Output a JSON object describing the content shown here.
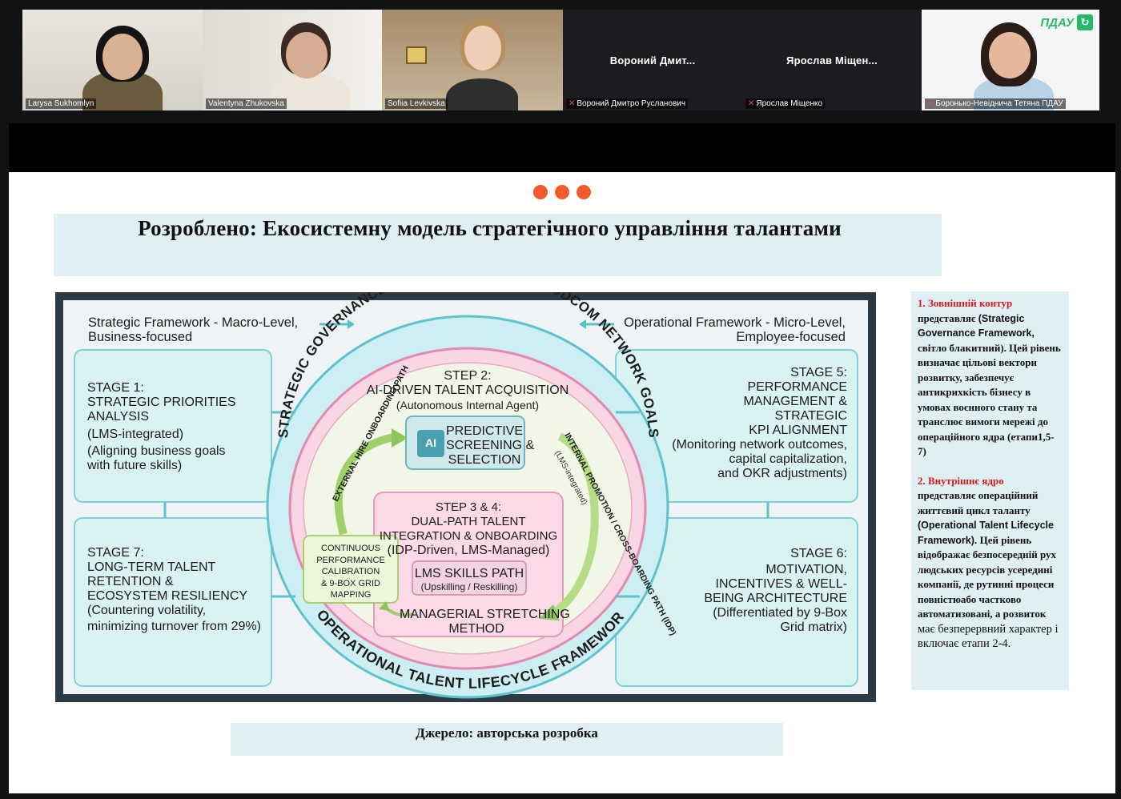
{
  "participants": [
    {
      "name": "Larysa Sukhomlyn",
      "has_video": true
    },
    {
      "name": "Valentyna Zhukovska",
      "has_video": true
    },
    {
      "name": "Sofiia Levkivska",
      "has_video": true,
      "active_speaker": true
    },
    {
      "name": "Вороний Дмитро Русланович",
      "display_short": "Вороний  Дмит...",
      "has_video": false,
      "muted": true
    },
    {
      "name": "Ярослав Міщенко",
      "display_short": "Ярослав  Міщен...",
      "has_video": false,
      "muted": true
    },
    {
      "name": "Боронько-Невідничa Тетяна  ПДАУ",
      "has_video": true,
      "muted": true
    }
  ],
  "logo_text": "ПДАУ",
  "slide": {
    "title": "Розроблено: Екосистемну модель стратегічного управління талантами",
    "source": "Джерело: авторська розробка",
    "side_note": {
      "p1_heading": "1. Зовнішній контур",
      "p1_a": "представляє",
      "p1_b": "(Strategic Governance Framework,",
      "p1_c": "світло блакитний). Цей рівень визначає цільові вектори розвитку, забезпечує антикрихкість бізнесу в умовах воєнного стану та транслює вимоги мережі до операційного ядра (етапи1,5-7)",
      "p2_heading": "2. Внутрішнє ядро",
      "p2_a": "представляє операційний життєвий цикл таланту",
      "p2_b": "(Operational Talent Lifecycle Framework).",
      "p2_c": "Цей рівень відображає безпосередній рух людських ресурсів усередині компанії, де рутинні процеси повністюабо частково автоматизовані, а",
      "p2_d": "розвиток",
      "p2_e": "має безперервний характер і включає етапи 2-4."
    },
    "diagram": {
      "left_header_1": "Strategic Framework - Macro-Level,",
      "left_header_2": "Business-focused",
      "right_header_1": "Operational Framework - Micro-Level,",
      "right_header_2": "Employee-focused",
      "outer_ring": "STRATEGIC GOVERNANCE FRAMEWORK – LLC FOODCOM NETWORK GOALS",
      "inner_ring": "OPERATIONAL TALENT LIFECYCLE FRAMEWORK",
      "stage1": {
        "title_1": "STAGE 1:",
        "title_2": "STRATEGIC PRIORITIES",
        "title_3": "ANALYSIS",
        "sub_1": "(LMS-integrated)",
        "sub_2": "(Aligning business goals",
        "sub_3": "with future skills)"
      },
      "stage7": {
        "title_1": "STAGE 7:",
        "title_2": "LONG-TERM TALENT",
        "title_3": "RETENTION &",
        "title_4": "ECOSYSTEM RESILIENCY",
        "sub_1": "(Countering volatility,",
        "sub_2": "minimizing turnover from 29%)"
      },
      "stage5": {
        "title_1": "STAGE 5:",
        "title_2": "PERFORMANCE",
        "title_3": "MANAGEMENT &",
        "title_4": "STRATEGIC",
        "title_5": "KPI ALIGNMENT",
        "sub_1": "(Monitoring network outcomes,",
        "sub_2": "capital capitalization,",
        "sub_3": "and OKR adjustments)"
      },
      "stage6": {
        "title_1": "STAGE 6:",
        "title_2": "MOTIVATION,",
        "title_3": "INCENTIVES & WELL-",
        "title_4": "BEING ARCHITECTURE",
        "sub_1": "(Differentiated by 9-Box",
        "sub_2": "Grid matrix)"
      },
      "step2": {
        "title_1": "STEP 2:",
        "title_2": "AI-DRIVEN TALENT ACQUISITION",
        "sub": "(Autonomous Internal Agent)"
      },
      "ai_box": {
        "chip": "AI",
        "line_1": "PREDICTIVE",
        "line_2": "SCREENING &",
        "line_3": "SELECTION"
      },
      "step34": {
        "title_1": "STEP 3 & 4:",
        "title_2": "DUAL-PATH TALENT",
        "title_3": "INTEGRATION & ONBOARDING",
        "sub": "(IDP-Driven, LMS-Managed)"
      },
      "lms_box": {
        "line_1": "LMS SKILLS PATH",
        "line_2": "(Upskilling / Reskilling)"
      },
      "managerial": {
        "line_1": "MANAGERIAL STRETCHING",
        "line_2": "METHOD"
      },
      "calibration": {
        "line_1": "CONTINUOUS",
        "line_2": "PERFORMANCE",
        "line_3": "CALIBRATION",
        "line_4": "& 9-BOX GRID",
        "line_5": "MAPPING"
      },
      "left_path": "EXTERNAL HIRE ONBOARDING PATH",
      "right_path": "INTERNAL PROMOTION / CROSS-BOARDING PATH (IDP)",
      "right_path_sub": "(LMS-integrated)"
    }
  }
}
